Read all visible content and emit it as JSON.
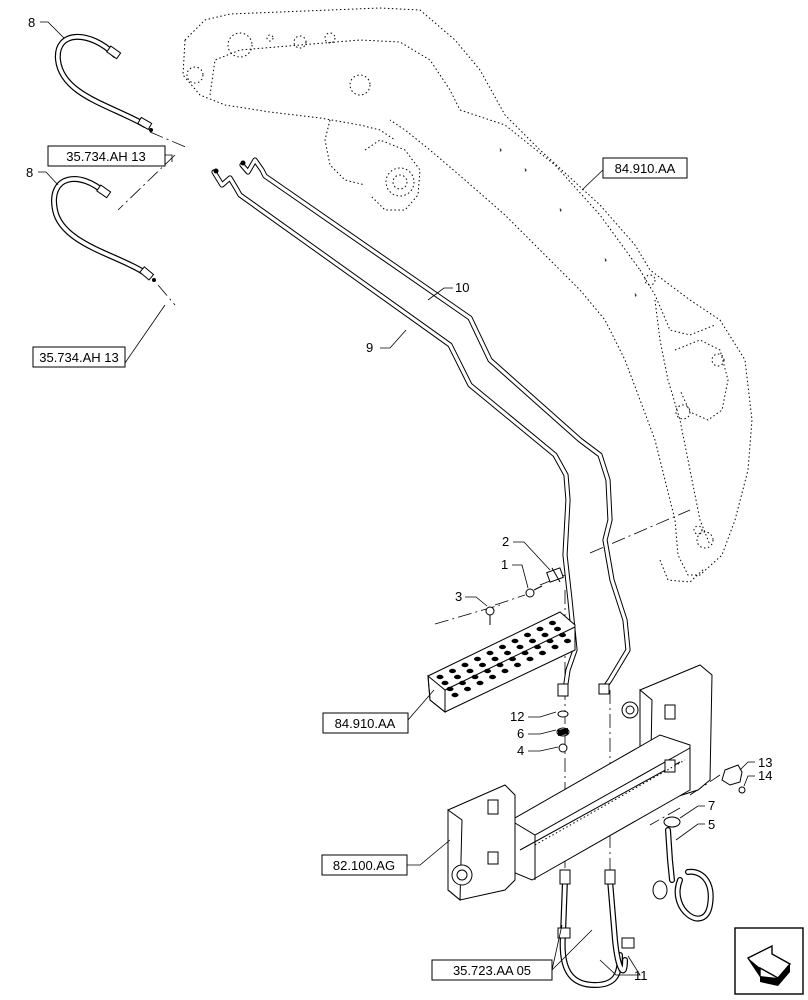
{
  "callouts": {
    "c1": "1",
    "c2": "2",
    "c3": "3",
    "c4": "4",
    "c5": "5",
    "c6": "6",
    "c7": "7",
    "c8a": "8",
    "c8b": "8",
    "c9": "9",
    "c10": "10",
    "c11": "11",
    "c12": "12",
    "c13": "13",
    "c14": "14"
  },
  "references": {
    "ref_hose_top": "35.734.AH 13",
    "ref_hose_mid": "35.734.AH 13",
    "ref_frame": "84.910.AA",
    "ref_step": "84.910.AA",
    "ref_coupler": "82.100.AG",
    "ref_bottom_hoses": "35.723.AA 05"
  },
  "icons": {
    "nav_arrow": "next-page-arrow-icon"
  }
}
